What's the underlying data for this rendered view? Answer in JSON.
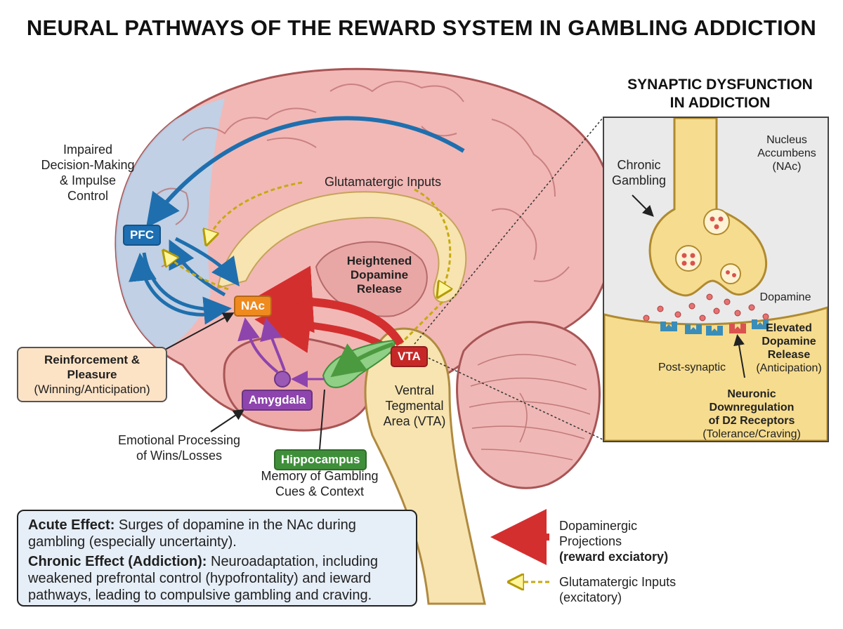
{
  "title": "NEURAL PATHWAYS OF THE REWARD SYSTEM IN GAMBLING ADDICTION",
  "brain": {
    "pfc_tag": "PFC",
    "nac_tag": "NAc",
    "vta_tag": "VTA",
    "amygdala_tag": "Amygdala",
    "hippocampus_tag": "Hippocampus",
    "impaired_label": [
      "Impaired",
      "Decision-Making",
      "& Impulse",
      "Control"
    ],
    "glutamatergic_label": "Glutamatergic Inputs",
    "dopamine_release_label": [
      "Heightened",
      "Dopamine",
      "Release"
    ],
    "reinforcement_title": [
      "Reinforcement &",
      "Pleasure"
    ],
    "reinforcement_sub": "(Winning/Anticipation)",
    "emotional_label": [
      "Emotional Processing",
      "of Wins/Losses"
    ],
    "memory_label": [
      "Memory of Gambling",
      "Cues & Context"
    ],
    "vta_label": [
      "Ventral",
      "Tegmental",
      "Area (VTA)"
    ]
  },
  "inset": {
    "title": [
      "SYNAPTIC DYSFUNCTION",
      "IN ADDICTION"
    ],
    "nucleus_label": [
      "Nucleus",
      "Accumbens",
      "(NAc)"
    ],
    "chronic_label": [
      "Chronic",
      "Gambling"
    ],
    "dopamine_label": "Dopamine",
    "elevated_title": [
      "Elevated",
      "Dopamine",
      "Release"
    ],
    "elevated_sub": "(Anticipation)",
    "postsynaptic_label": "Post-synaptic",
    "downreg_title": [
      "Neuronic",
      "Downregulation",
      "of D2 Receptors"
    ],
    "downreg_sub": "(Tolerance/Craving)"
  },
  "summary": {
    "acute_label": "Acute Effect:",
    "acute_text": " Surges of dopamine in the NAc during gambling (especially uncertainty).",
    "chronic_label": "Chronic Effect (Addiction):",
    "chronic_text": " Neuroadaptation, including weakened prefrontal control (hypofrontality) and ieward pathways, leading to compulsive gambling and craving."
  },
  "legend": {
    "dopamine_lines": [
      "Dopaminergic",
      "Projections"
    ],
    "dopamine_bold": "(reward exciatory)",
    "glut_lines": [
      "Glutamatergic Inputs",
      "(excitatory)"
    ]
  },
  "colors": {
    "pfc": "#1d6fb3",
    "nac": "#ef8a1f",
    "vta": "#c62828",
    "amygdala": "#8e44ad",
    "hippocampus": "#3f8f3a",
    "dopamine_arrow": "#d32f2f",
    "glutamate_arrow": "#d9c21c",
    "blue_arrow": "#1f6fae"
  }
}
